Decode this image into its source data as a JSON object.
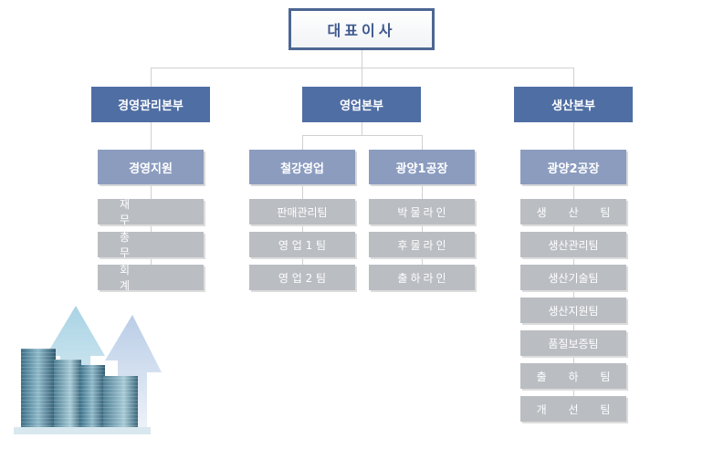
{
  "ceo": "대표이사",
  "divisions": {
    "management": "경영관리본부",
    "sales": "영업본부",
    "production": "생산본부"
  },
  "subs": {
    "support": "경영지원",
    "steel": "철강영업",
    "gwangyang1": "광양1공장",
    "gwangyang2": "광양2공장"
  },
  "teams": {
    "support": [
      "재 무",
      "총 무",
      "회 계"
    ],
    "steel": [
      "판매관리팀",
      "영 업 1 팀",
      "영 업 2 팀"
    ],
    "gwangyang1": [
      "박물라인",
      "후물라인",
      "출하라인"
    ],
    "gwangyang2": [
      "생 산 팀",
      "생산관리팀",
      "생산기술팀",
      "생산지원팀",
      "품질보증팀",
      "출 하 팀",
      "개 선 팀"
    ]
  },
  "colors": {
    "division": "#4f6ea3",
    "sub": "#8b9cbf",
    "team": "#babdc2",
    "ceo_border": "#4d6693"
  },
  "illustration": "building-skyline-with-arrows"
}
